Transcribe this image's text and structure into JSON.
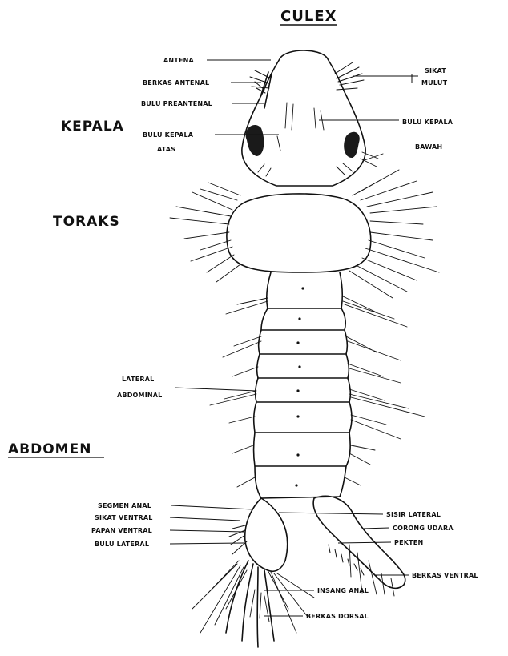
{
  "title": "CULEX",
  "sections": {
    "head": "KEPALA",
    "thorax": "TORAKS",
    "abdomen": "ABDOMEN"
  },
  "labels": {
    "antena": "ANTENA",
    "berkas_antenal": "BERKAS ANTENAL",
    "bulu_preantenal": "BULU PREANTENAL",
    "bulu_kepala_atas_1": "BULU KEPALA",
    "bulu_kepala_atas_2": "ATAS",
    "sikat_mulut_1": "SIKAT",
    "sikat_mulut_2": "MULUT",
    "bulu_kepala_bawah_1": "BULU KEPALA",
    "bulu_kepala_bawah_2": "BAWAH",
    "lateral_abdominal_1": "LATERAL",
    "lateral_abdominal_2": "ABDOMINAL",
    "segmen_anal": "SEGMEN ANAL",
    "sikat_ventral": "SIKAT VENTRAL",
    "papan_ventral": "PAPAN VENTRAL",
    "bulu_lateral": "BULU LATERAL",
    "sisir_lateral": "SISIR LATERAL",
    "corong_udara": "CORONG UDARA",
    "pekten": "PEKTEN",
    "berkas_ventral": "BERKAS VENTRAL",
    "insang_anal": "INSANG ANAL",
    "berkas_dorsal": "BERKAS DORSAL"
  }
}
